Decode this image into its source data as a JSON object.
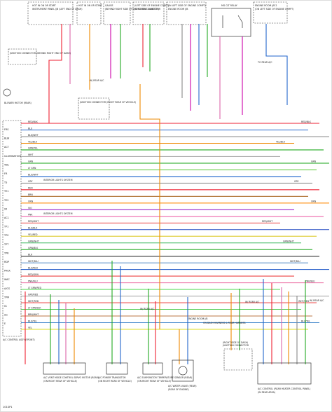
{
  "diagram_id": "101SP1",
  "top_components": [
    {
      "text": "HOT IN ON OR START",
      "subtext": "INSTRUMENT PANEL J/B (LEFT END OF DASH)"
    },
    {
      "text": "HOT IN ON OR START",
      "subtext": ""
    },
    {
      "text": "GAUGE",
      "subtext": "(BEHIND RIGHT SIDE OF INSTRUMENT CLUSTER)"
    },
    {
      "text": "(LEFT SIDE OF ENGINE COMPT)",
      "subtext": "JUNCTION CONNECTOR"
    },
    {
      "text": "(IN LEFT SIDE OF ENGINE COMPT)",
      "subtext": "ENGINE ROOM J/B"
    },
    {
      "text": "MG CLT RELAY",
      "subtext": ""
    },
    {
      "text": "ENGINE ROOM J/B 2",
      "subtext": "(ON LEFT SIDE OF ENGINE COMPT)"
    }
  ],
  "left_components": [
    {
      "text": "JUNCTION CONNECTOR (BEHIND RIGHT END OF DASH)"
    },
    {
      "text": "BLOWER MOTOR (REAR)"
    },
    {
      "text": "JUNCTION CONNECTOR (RIGHT REAR OF VEHICLE)"
    }
  ],
  "left_module": {
    "title": "A/C CONTROL ASSY (FRONT)",
    "pins": [
      "FRS",
      "BLW",
      "ACT",
      "ILLUMINATION",
      "TAIL",
      "FR",
      "TS",
      "TE1",
      "TE2",
      "S5",
      "AC1",
      "TP1",
      "TPS",
      "TPT",
      "TPR",
      "RDP",
      "PACK",
      "WAC",
      "A/CS",
      "TPM",
      "IG",
      "SG",
      "E"
    ]
  },
  "wire_labels": [
    "RED/BLK",
    "BLU",
    "BLK/WHT",
    "YEL/BLK",
    "GRN/YEL",
    "WHT",
    "GRN",
    "LT GRN",
    "BLU/WHT",
    "GRY",
    "RED",
    "BRN",
    "ORN",
    "VIO",
    "PNK",
    "RED/WHT",
    "BLU/BLK",
    "YEL/RED",
    "GRN/WHT",
    "GRN/BLK",
    "BLK",
    "WHT/BLU",
    "BLU/RED",
    "RED/GRN",
    "PNK/BLU",
    "LT GRN/RED",
    "GRY/RED",
    "WHT/RED",
    "LT GRN/BLK",
    "BRN/WHT",
    "BLU/YEL",
    "YEL"
  ],
  "bottom_components": [
    {
      "text": "A/C VENT MODE CONTROL SERVO MOTOR (REAR)",
      "subtext": "(ON RIGHT REAR OF VEHICLE)"
    },
    {
      "text": "A/C POWER TRANSISTOR",
      "subtext": "(ON RIGHT REAR OF VEHICLE)"
    },
    {
      "text": "A/C EVAPORATOR TEMPERATURE SENSOR (REAR)",
      "subtext": "(ON RIGHT REAR OF VEHICLE)"
    },
    {
      "text": "A/C WATER VALVE (REAR)",
      "subtext": "(REAR OF ENGINE)"
    },
    {
      "text": "JUNCTION CONNECTOR",
      "subtext": "(RIGHT SIDE OF DASH)"
    },
    {
      "text": "A/C CONTROL (REAR HEATER CONTROL PANEL)",
      "subtext": "(IN REAR AREA)"
    }
  ],
  "notes": [
    "INTERIOR LIGHTS SYSTEM",
    "INTERIOR LIGHTS SYSTEM",
    "W/ REAR A/C",
    "W/ REAR A/C",
    "W/ REAR A/C",
    "W/ REAR A/C",
    "TO REAR A/C",
    "ENGINE ROOM J/B",
    "ON DASH HARNESS & REAR HARNESS"
  ]
}
